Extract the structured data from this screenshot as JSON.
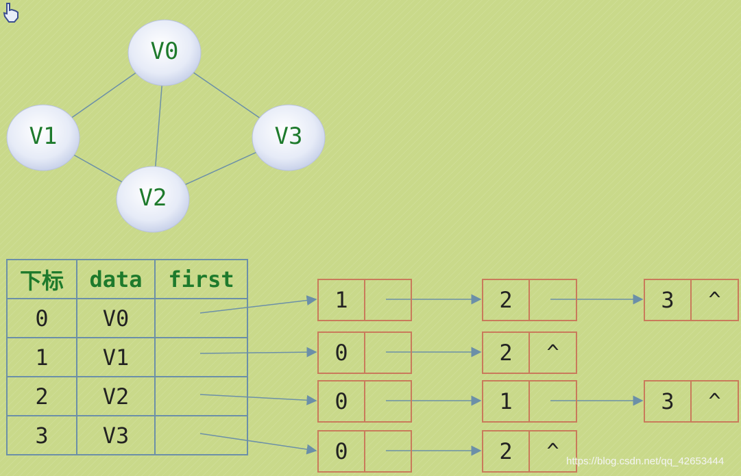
{
  "graph": {
    "vertices": [
      "V0",
      "V1",
      "V2",
      "V3"
    ],
    "edges": [
      [
        "V0",
        "V1"
      ],
      [
        "V0",
        "V2"
      ],
      [
        "V0",
        "V3"
      ],
      [
        "V1",
        "V2"
      ],
      [
        "V2",
        "V3"
      ]
    ]
  },
  "table": {
    "headers": [
      "下标",
      "data",
      "first"
    ],
    "rows": [
      [
        "0",
        "V0",
        ""
      ],
      [
        "1",
        "V1",
        ""
      ],
      [
        "2",
        "V2",
        ""
      ],
      [
        "3",
        "V3",
        ""
      ]
    ]
  },
  "lists": [
    [
      {
        "data": "1",
        "next": ""
      },
      {
        "data": "2",
        "next": ""
      },
      {
        "data": "3",
        "next": "^"
      }
    ],
    [
      {
        "data": "0",
        "next": ""
      },
      {
        "data": "2",
        "next": "^"
      }
    ],
    [
      {
        "data": "0",
        "next": ""
      },
      {
        "data": "1",
        "next": ""
      },
      {
        "data": "3",
        "next": "^"
      }
    ],
    [
      {
        "data": "0",
        "next": ""
      },
      {
        "data": "2",
        "next": "^"
      }
    ]
  ],
  "watermark": "https://blog.csdn.net/qq_42653444",
  "colors": {
    "background": "#c9d98a",
    "vertex_text": "#1e7a2c",
    "edge": "#6b8fa8",
    "node_border": "#c97a5b",
    "arrow": "#6b8fa8"
  }
}
